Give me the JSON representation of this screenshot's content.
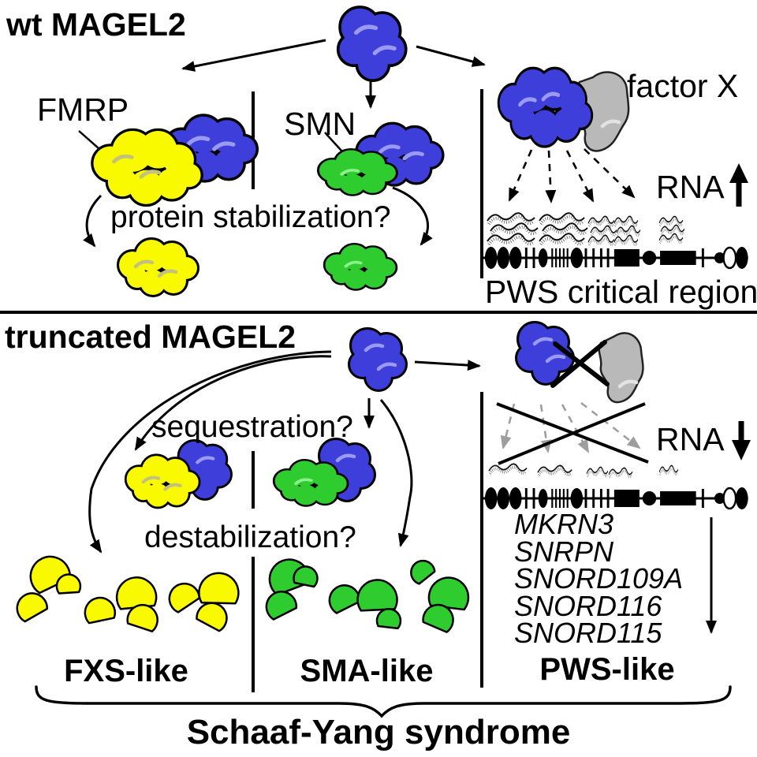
{
  "colors": {
    "magel2_blue": "#3e3edb",
    "fmrp_yellow": "#f9f900",
    "smn_green": "#2fcc2f",
    "factor_x_gray": "#b9b9b9",
    "outline": "#000000",
    "faded_arrow_gray": "#9e9e9e"
  },
  "top_panel": {
    "title": "wt MAGEL2",
    "fmrp_label": "FMRP",
    "smn_label": "SMN",
    "factor_x_label": "factor X",
    "stabilization_question": "protein stabilization?",
    "rna_label": "RNA",
    "rna_trend_icon": "arrow-up",
    "region_label": "PWS critical region"
  },
  "bottom_panel": {
    "title": "truncated MAGEL2",
    "sequestration_question": "sequestration?",
    "destabilization_question": "destabilization?",
    "rna_label": "RNA",
    "rna_trend_icon": "arrow-down",
    "genes": [
      "MKRN3",
      "SNRPN",
      "SNORD109A",
      "SNORD116",
      "SNORD115"
    ],
    "fxs_label": "FXS-like",
    "sma_label": "SMA-like",
    "pws_label": "PWS-like"
  },
  "footer": {
    "syndrome_label": "Schaaf-Yang syndrome"
  }
}
